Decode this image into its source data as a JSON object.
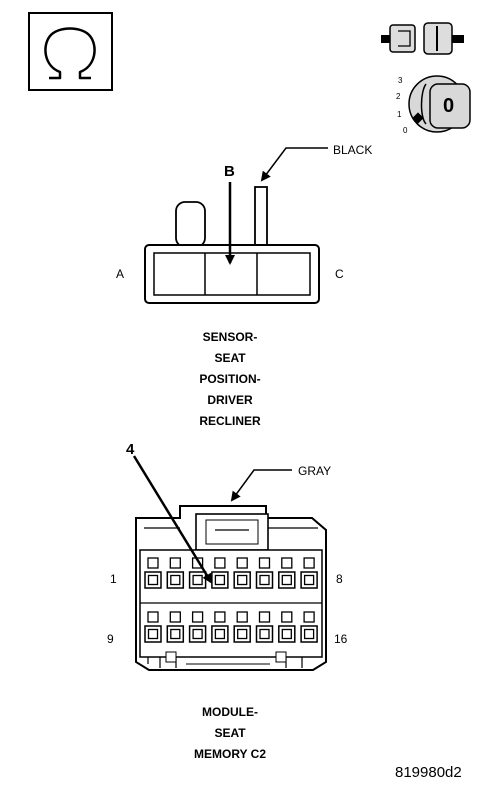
{
  "icons": {
    "ohm": "ohm-meter-icon",
    "disconnect": "connector-disconnect-icon",
    "ignition": "ignition-off-icon",
    "ignition_positions": [
      "3",
      "2",
      "1",
      "0"
    ],
    "ignition_key_label": "0"
  },
  "sensor_connector": {
    "wire_color_label": "BLACK",
    "probe_label": "B",
    "pin_left": "A",
    "pin_right": "C",
    "caption": [
      "SENSOR-",
      "SEAT",
      "POSITION-",
      "DRIVER",
      "RECLINER"
    ]
  },
  "module_connector": {
    "wire_color_label": "GRAY",
    "probe_label": "4",
    "pin_top_left": "1",
    "pin_top_right": "8",
    "pin_bottom_left": "9",
    "pin_bottom_right": "16",
    "caption": [
      "MODULE-",
      "SEAT",
      "MEMORY C2"
    ]
  },
  "figure_id": "819980d2"
}
